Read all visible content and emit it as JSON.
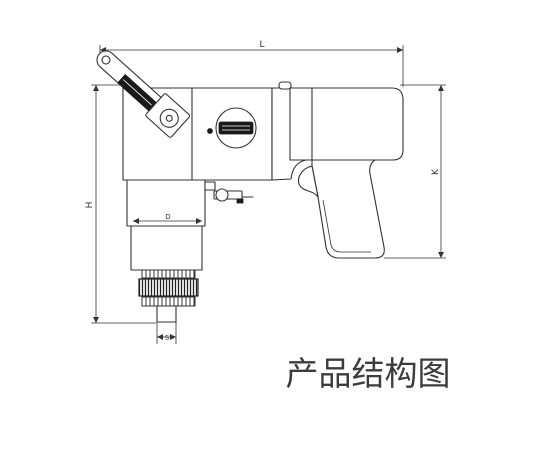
{
  "figure": {
    "caption": "产品结构图"
  },
  "dimensions": {
    "overall_length": "L",
    "overall_height": "H",
    "handle_height": "K",
    "body_diameter": "D",
    "square_drive": "S"
  },
  "colors": {
    "line": "#333333",
    "dark_part": "#1a1a1a",
    "caption": "#3c3c3c",
    "background": "#ffffff"
  }
}
